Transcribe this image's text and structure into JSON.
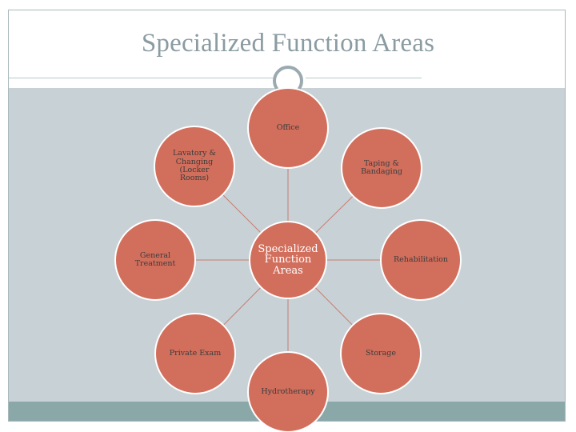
{
  "slide": {
    "title": "Specialized Function Areas"
  },
  "colors": {
    "node_fill": "#d26e5c",
    "node_stroke": "#ffffff",
    "connector": "#c77d72",
    "band": "#c8d1d5",
    "footer_band": "#8ba8a9"
  },
  "diagram": {
    "center": {
      "label": "Specialized\nFunction\nAreas"
    },
    "nodes": [
      {
        "id": "office",
        "label": "Office"
      },
      {
        "id": "taping",
        "label": "Taping &\nBandaging"
      },
      {
        "id": "rehab",
        "label": "Rehabilitation"
      },
      {
        "id": "storage",
        "label": "Storage"
      },
      {
        "id": "hydro",
        "label": "Hydrotherapy"
      },
      {
        "id": "exam",
        "label": "Private Exam"
      },
      {
        "id": "general",
        "label": "General\nTreatment"
      },
      {
        "id": "lavatory",
        "label": "Lavatory &\nChanging\n(Locker\nRooms)"
      }
    ]
  }
}
